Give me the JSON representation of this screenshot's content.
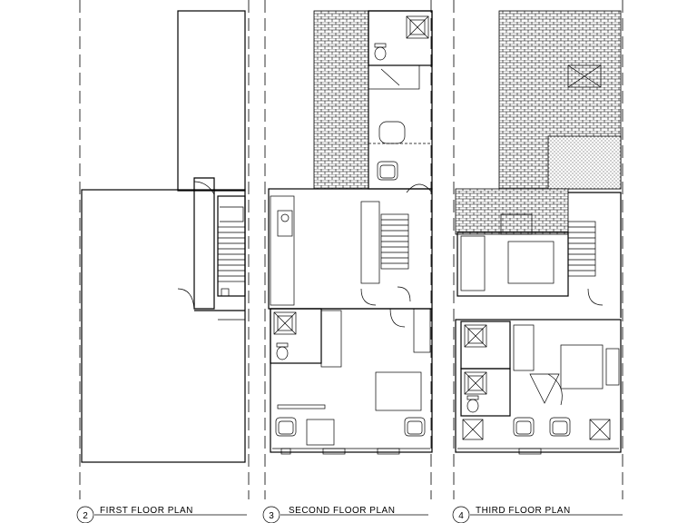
{
  "plans": [
    {
      "number": "2",
      "title": "FIRST FLOOR PLAN"
    },
    {
      "number": "3",
      "title": "SECOND FLOOR PLAN"
    },
    {
      "number": "4",
      "title": "THIRD FLOOR PLAN"
    }
  ]
}
